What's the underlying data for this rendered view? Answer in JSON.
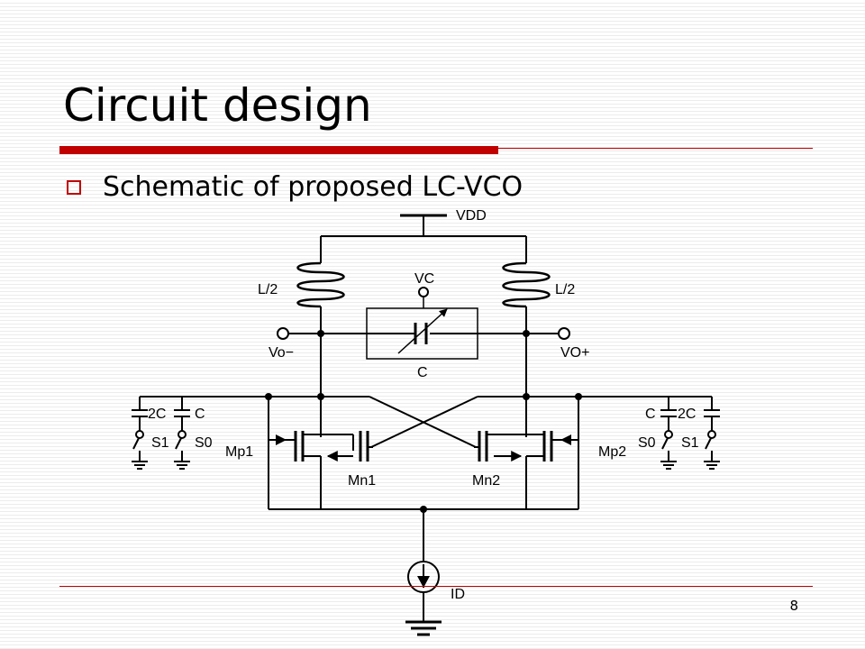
{
  "slide": {
    "title": "Circuit design",
    "bullet": "Schematic of proposed LC-VCO",
    "page_number": "8",
    "accent_color": "#c00000"
  },
  "schematic": {
    "labels": {
      "vdd": "VDD",
      "vc": "VC",
      "l_left": "L/2",
      "l_right": "L/2",
      "c_var": "C",
      "vo_minus": "Vo−",
      "vo_plus": "VO+",
      "cap_2c_left": "2C",
      "cap_c_left": "C",
      "cap_c_right": "C",
      "cap_2c_right": "2C",
      "s1_left": "S1",
      "s0_left": "S0",
      "s0_right": "S0",
      "s1_right": "S1",
      "mp1": "Mp1",
      "mn1": "Mn1",
      "mn2": "Mn2",
      "mp2": "Mp2",
      "id": "ID"
    }
  }
}
